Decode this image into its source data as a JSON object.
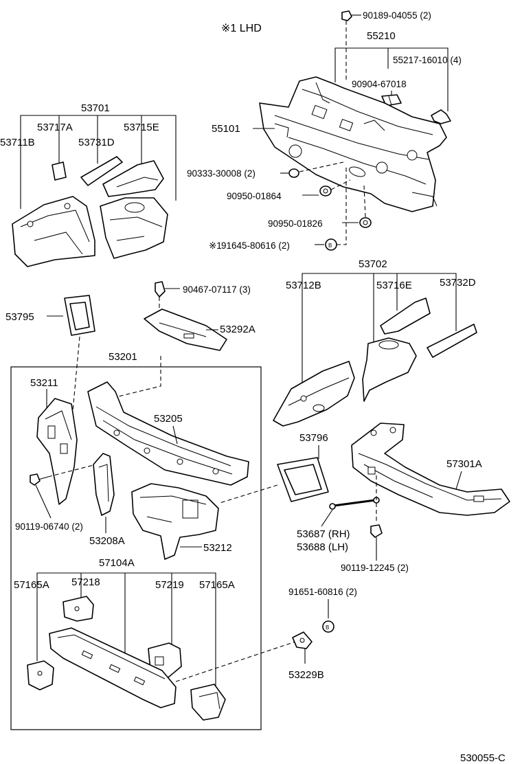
{
  "header": {
    "note": "※1 LHD"
  },
  "footer": {
    "diagram_code": "530055-C"
  },
  "labels": {
    "p90189": "90189-04055 (2)",
    "p55210": "55210",
    "p55217": "55217-16010 (4)",
    "p90904": "90904-67018",
    "p55101": "55101",
    "p90333": "90333-30008 (2)",
    "p90950a": "90950-01864",
    "p90950b": "90950-01826",
    "p91645": "91645-80616 (2)",
    "p91645_mark": "※1",
    "p53701": "53701",
    "p53717A": "53717A",
    "p53715E": "53715E",
    "p53711B": "53711B",
    "p53731D": "53731D",
    "p53702": "53702",
    "p53712B": "53712B",
    "p53716E": "53716E",
    "p53732D": "53732D",
    "p90467": "90467-07117 (3)",
    "p53795": "53795",
    "p53292A": "53292A",
    "p53201": "53201",
    "p53211": "53211",
    "p53205": "53205",
    "p90119a": "90119-06740 (2)",
    "p53208A": "53208A",
    "p53212": "53212",
    "p53796": "53796",
    "p57301A": "57301A",
    "p53687": "53687 (RH)",
    "p53688": "53688 (LH)",
    "p90119b": "90119-12245 (2)",
    "p57104A": "57104A",
    "p57165A_l": "57165A",
    "p57218": "57218",
    "p57219": "57219",
    "p57165A_r": "57165A",
    "p91651": "91651-60816 (2)",
    "p53229B": "53229B"
  }
}
